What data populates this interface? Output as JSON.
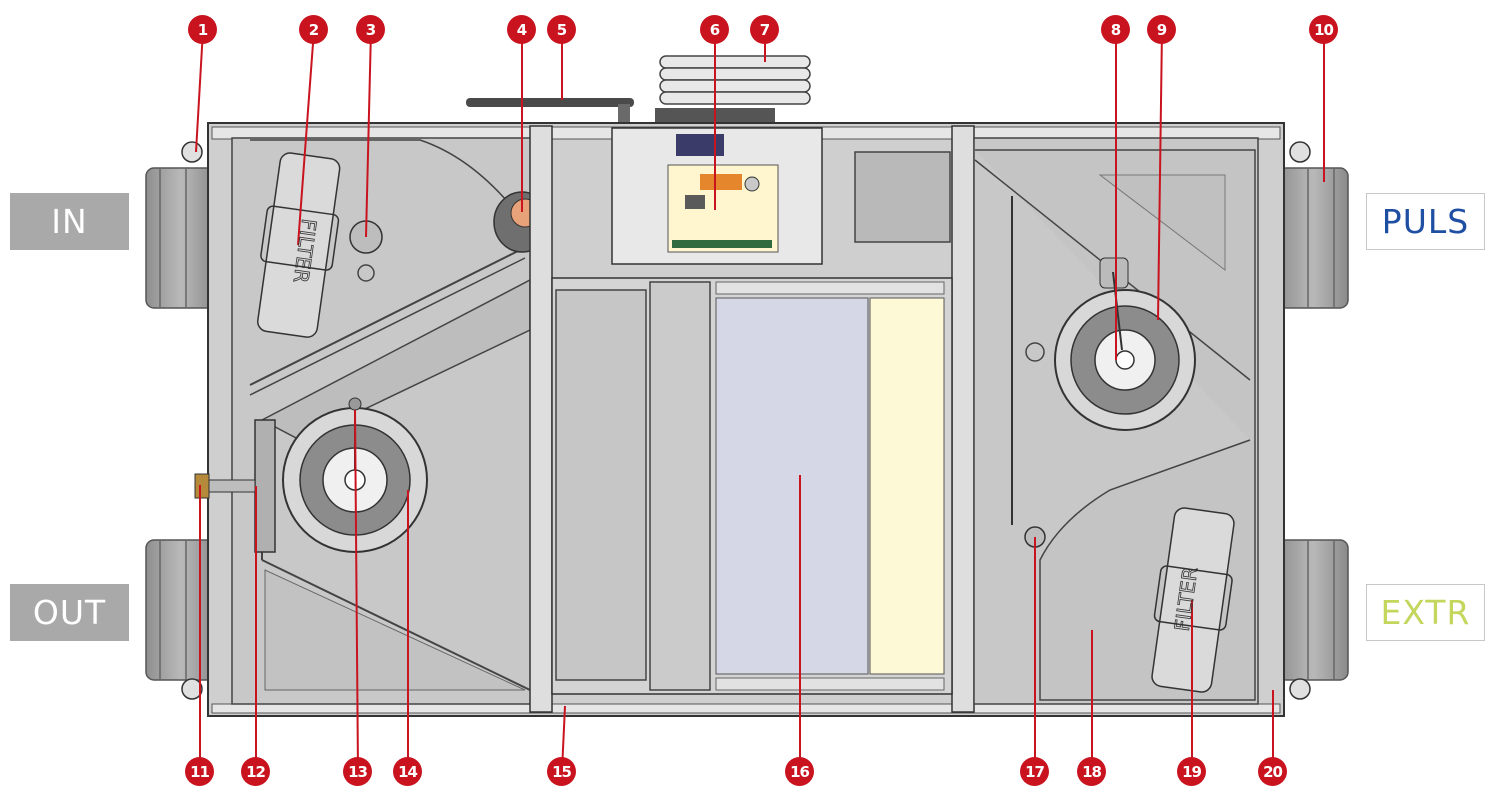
{
  "ports": {
    "in": "IN",
    "out": "OUT",
    "puls": "PULS",
    "extr": "EXTR"
  },
  "filter_label": "FILTER",
  "callouts": [
    "1",
    "2",
    "3",
    "4",
    "5",
    "6",
    "7",
    "8",
    "9",
    "10",
    "11",
    "12",
    "13",
    "14",
    "15",
    "16",
    "17",
    "18",
    "19",
    "20"
  ],
  "colors": {
    "callout": "#c9141f",
    "in_out_label_bg": "#a9a9a9",
    "puls_text": "#1f4fa3",
    "extr_text": "#c4d65c",
    "housing": "#cfcfcf",
    "heat_exchanger_left": "#d6d7e6",
    "heat_exchanger_right": "#fdf8d6"
  }
}
